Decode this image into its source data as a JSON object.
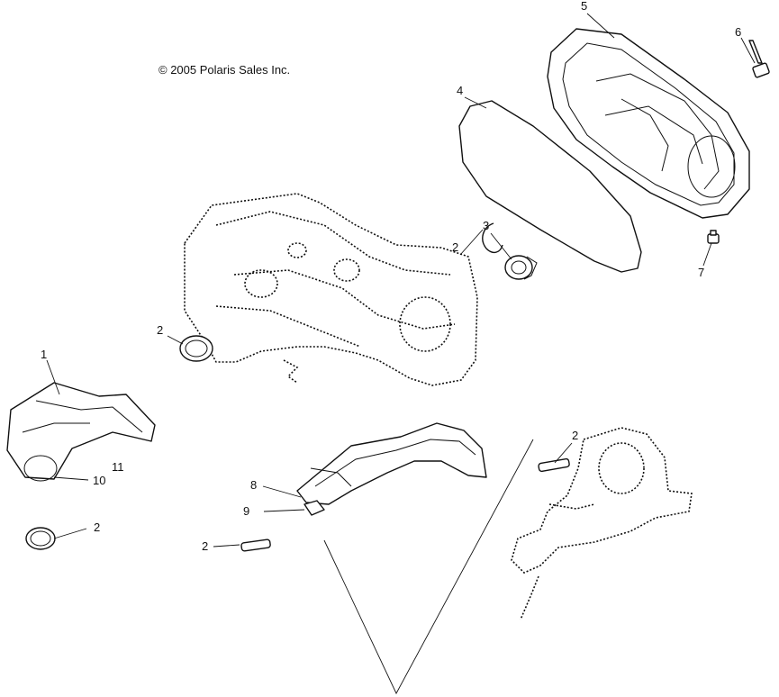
{
  "copyright": "© 2005 Polaris Sales Inc.",
  "callouts": [
    "1",
    "2",
    "2",
    "2",
    "2",
    "2",
    "3",
    "4",
    "5",
    "6",
    "7",
    "8",
    "9",
    "10",
    "11"
  ]
}
